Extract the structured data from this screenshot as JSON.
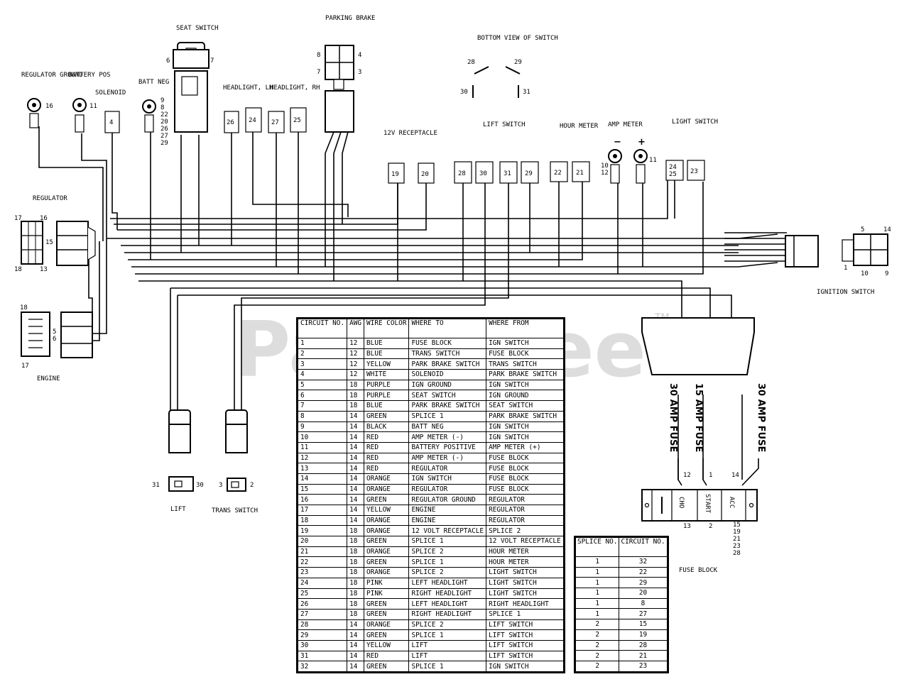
{
  "components": {
    "regulator_ground": "REGULATOR GROUND",
    "battery_pos": "BATTERY POS",
    "solenoid": "SOLENOID",
    "batt_neg": "BATT NEG",
    "seat_switch": "SEAT SWITCH",
    "headlight_lh": "HEADLIGHT, LH",
    "headlight_rh": "HEADLIGHT, RH",
    "parking_brake": "PARKING BRAKE",
    "bottom_view": "BOTTOM VIEW OF SWITCH",
    "receptacle": "12V RECEPTACLE",
    "lift_switch": "LIFT SWITCH",
    "hour_meter": "HOUR METER",
    "amp_meter": "AMP METER",
    "light_switch": "LIGHT SWITCH",
    "regulator": "REGULATOR",
    "engine": "ENGINE",
    "ignition_switch": "IGNITION SWITCH",
    "lift": "LIFT",
    "trans_switch": "TRANS SWITCH",
    "fuse_block": "FUSE BLOCK",
    "fuse_30a_left": "30 AMP FUSE",
    "fuse_15a": "15 AMP FUSE",
    "fuse_30a_right": "30 AMP FUSE",
    "fuse_terminal_cho": "CHO",
    "fuse_terminal_start": "START",
    "fuse_terminal_acc": "ACC",
    "amp_minus": "−",
    "amp_plus": "+"
  },
  "watermark": {
    "text": "PartsTree",
    "tm": "TM"
  },
  "circuit_table": {
    "headers": {
      "circuit": "CIRCUIT NO.",
      "awg": "AWG",
      "color": "WIRE COLOR",
      "to": "WHERE TO",
      "from": "WHERE FROM"
    },
    "rows": [
      {
        "no": "1",
        "awg": "12",
        "color": "BLUE",
        "to": "FUSE BLOCK",
        "from": "IGN SWITCH"
      },
      {
        "no": "2",
        "awg": "12",
        "color": "BLUE",
        "to": "TRANS SWITCH",
        "from": "FUSE BLOCK"
      },
      {
        "no": "3",
        "awg": "12",
        "color": "YELLOW",
        "to": "PARK BRAKE SWITCH",
        "from": "TRANS SWITCH"
      },
      {
        "no": "4",
        "awg": "12",
        "color": "WHITE",
        "to": "SOLENOID",
        "from": "PARK BRAKE SWITCH"
      },
      {
        "no": "5",
        "awg": "18",
        "color": "PURPLE",
        "to": "IGN GROUND",
        "from": "IGN SWITCH"
      },
      {
        "no": "6",
        "awg": "18",
        "color": "PURPLE",
        "to": "SEAT SWITCH",
        "from": "IGN GROUND"
      },
      {
        "no": "7",
        "awg": "18",
        "color": "BLUE",
        "to": "PARK BRAKE SWITCH",
        "from": "SEAT SWITCH"
      },
      {
        "no": "8",
        "awg": "14",
        "color": "GREEN",
        "to": "SPLICE 1",
        "from": "PARK BRAKE SWITCH"
      },
      {
        "no": "9",
        "awg": "14",
        "color": "BLACK",
        "to": "BATT NEG",
        "from": "IGN SWITCH"
      },
      {
        "no": "10",
        "awg": "14",
        "color": "RED",
        "to": "AMP METER (-)",
        "from": "IGN SWITCH"
      },
      {
        "no": "11",
        "awg": "14",
        "color": "RED",
        "to": "BATTERY POSITIVE",
        "from": "AMP METER (+)"
      },
      {
        "no": "12",
        "awg": "14",
        "color": "RED",
        "to": "AMP METER (-)",
        "from": "FUSE BLOCK"
      },
      {
        "no": "13",
        "awg": "14",
        "color": "RED",
        "to": "REGULATOR",
        "from": "FUSE BLOCK"
      },
      {
        "no": "14",
        "awg": "14",
        "color": "ORANGE",
        "to": "IGN SWITCH",
        "from": "FUSE BLOCK"
      },
      {
        "no": "15",
        "awg": "14",
        "color": "ORANGE",
        "to": "REGULATOR",
        "from": "FUSE BLOCK"
      },
      {
        "no": "16",
        "awg": "14",
        "color": "GREEN",
        "to": "REGULATOR GROUND",
        "from": "REGULATOR"
      },
      {
        "no": "17",
        "awg": "14",
        "color": "YELLOW",
        "to": "ENGINE",
        "from": "REGULATOR"
      },
      {
        "no": "18",
        "awg": "14",
        "color": "ORANGE",
        "to": "ENGINE",
        "from": "REGULATOR"
      },
      {
        "no": "19",
        "awg": "18",
        "color": "ORANGE",
        "to": "12 VOLT RECEPTACLE",
        "from": "SPLICE 2"
      },
      {
        "no": "20",
        "awg": "18",
        "color": "GREEN",
        "to": "SPLICE 1",
        "from": "12 VOLT RECEPTACLE"
      },
      {
        "no": "21",
        "awg": "18",
        "color": "ORANGE",
        "to": "SPLICE 2",
        "from": "HOUR METER"
      },
      {
        "no": "22",
        "awg": "18",
        "color": "GREEN",
        "to": "SPLICE 1",
        "from": "HOUR METER"
      },
      {
        "no": "23",
        "awg": "18",
        "color": "ORANGE",
        "to": "SPLICE 2",
        "from": "LIGHT SWITCH"
      },
      {
        "no": "24",
        "awg": "18",
        "color": "PINK",
        "to": "LEFT HEADLIGHT",
        "from": "LIGHT SWITCH"
      },
      {
        "no": "25",
        "awg": "18",
        "color": "PINK",
        "to": "RIGHT HEADLIGHT",
        "from": "LIGHT SWITCH"
      },
      {
        "no": "26",
        "awg": "18",
        "color": "GREEN",
        "to": "LEFT HEADLIGHT",
        "from": "RIGHT HEADLIGHT"
      },
      {
        "no": "27",
        "awg": "18",
        "color": "GREEN",
        "to": "RIGHT HEADLIGHT",
        "from": "SPLICE 1"
      },
      {
        "no": "28",
        "awg": "14",
        "color": "ORANGE",
        "to": "SPLICE 2",
        "from": "LIFT SWITCH"
      },
      {
        "no": "29",
        "awg": "14",
        "color": "GREEN",
        "to": "SPLICE 1",
        "from": "LIFT SWITCH"
      },
      {
        "no": "30",
        "awg": "14",
        "color": "YELLOW",
        "to": "LIFT",
        "from": "LIFT SWITCH"
      },
      {
        "no": "31",
        "awg": "14",
        "color": "RED",
        "to": "LIFT",
        "from": "LIFT SWITCH"
      },
      {
        "no": "32",
        "awg": "14",
        "color": "GREEN",
        "to": "SPLICE 1",
        "from": "IGN SWITCH"
      }
    ]
  },
  "splice_table": {
    "headers": {
      "splice": "SPLICE NO.",
      "circuit": "CIRCUIT NO."
    },
    "rows": [
      {
        "splice": "1",
        "circuit": "32"
      },
      {
        "splice": "1",
        "circuit": "22"
      },
      {
        "splice": "1",
        "circuit": "29"
      },
      {
        "splice": "1",
        "circuit": "20"
      },
      {
        "splice": "1",
        "circuit": "8"
      },
      {
        "splice": "1",
        "circuit": "27"
      },
      {
        "splice": "2",
        "circuit": "15"
      },
      {
        "splice": "2",
        "circuit": "19"
      },
      {
        "splice": "2",
        "circuit": "28"
      },
      {
        "splice": "2",
        "circuit": "21"
      },
      {
        "splice": "2",
        "circuit": "23"
      }
    ]
  }
}
